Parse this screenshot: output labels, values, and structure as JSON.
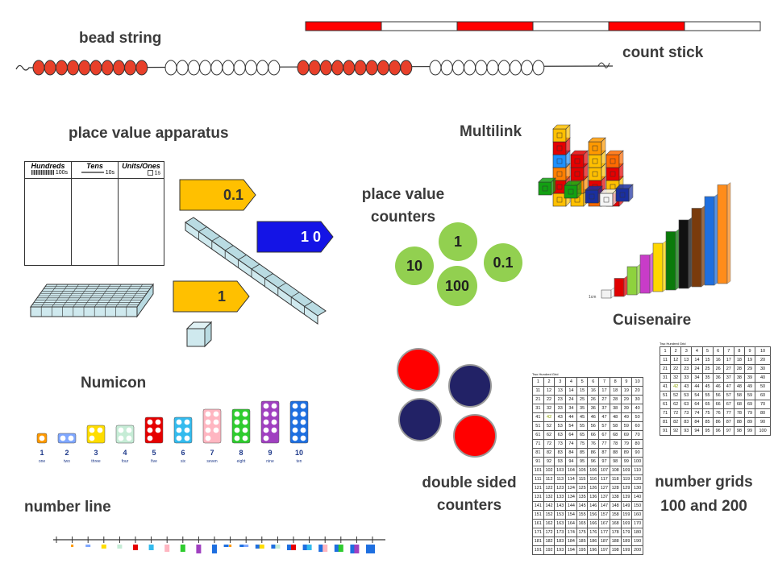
{
  "labels": {
    "bead_string": "bead string",
    "count_stick": "count stick",
    "place_value_apparatus": "place value apparatus",
    "multilink": "Multilink",
    "place_value_counters": "place value counters",
    "cuisenaire": "Cuisenaire",
    "numicon": "Numicon",
    "double_sided_counters": "double sided counters",
    "number_line": "number line",
    "number_grids": "number grids 100 and 200"
  },
  "pv_table": {
    "headers": [
      "Hundreds",
      "Tens",
      "Units/Ones"
    ],
    "subs": [
      "100s",
      "10s",
      "1s"
    ]
  },
  "arrow_cards": [
    "0.1",
    "1 0",
    "1"
  ],
  "pv_counters": [
    "1",
    "10",
    "0.1",
    "100"
  ],
  "numicon_words": [
    "one",
    "two",
    "three",
    "four",
    "five",
    "six",
    "seven",
    "eight",
    "nine",
    "ten"
  ],
  "numicon_digits": [
    "1",
    "2",
    "3",
    "4",
    "5",
    "6",
    "7",
    "8",
    "9",
    "10"
  ],
  "cuisenaire_label": "1cm",
  "grid_titles": [
    "Two Hundred Grid",
    "Two Hundred Grid"
  ],
  "colors": {
    "red": "#e60000",
    "yellow": "#ffc000",
    "blue": "#1414e6",
    "green": "#92d050",
    "navy": "#222266"
  }
}
